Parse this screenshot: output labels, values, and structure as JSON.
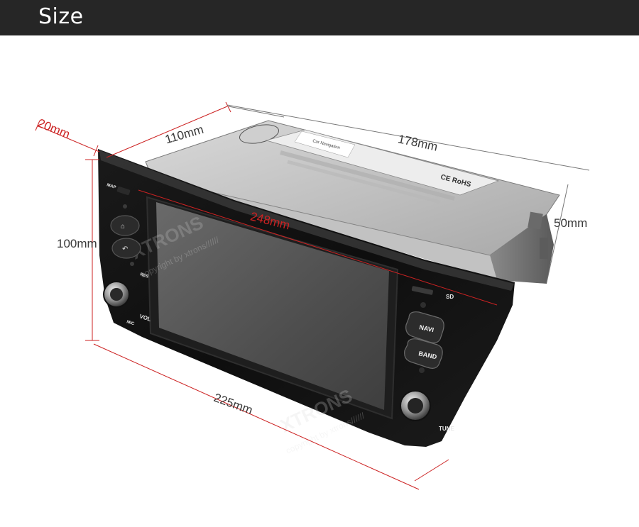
{
  "header": {
    "title": "Size"
  },
  "dimensions": {
    "depth_front": "20mm",
    "depth_chassis": "110mm",
    "chassis_width": "178mm",
    "screen_diagonal": "248mm",
    "chassis_height": "50mm",
    "front_height": "100mm",
    "front_width": "225mm"
  },
  "device": {
    "brand": "XTRONS",
    "watermark": "copyright by xtrons//////",
    "buttons": {
      "navi": "NAVI",
      "band": "BAND"
    },
    "labels": {
      "map": "MAP",
      "res": "RES",
      "mic": "MIC",
      "vol": "VOL",
      "sd": "SD",
      "tune": "TUNE"
    },
    "sticker": {
      "title": "Car Navigation",
      "marks": "CE RoHS"
    }
  },
  "colors": {
    "dimension_line": "#cc2222",
    "header_bg": "#262626"
  }
}
